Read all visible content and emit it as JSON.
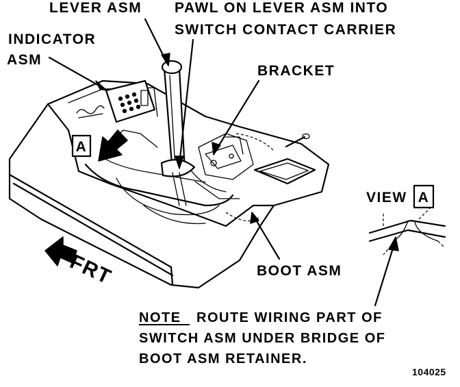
{
  "labels": {
    "lever": "LEVER ASM",
    "pawl_line1": "PAWL ON LEVER ASM INTO",
    "pawl_line2": "SWITCH CONTACT CARRIER",
    "indicator_line1": "INDICATOR",
    "indicator_line2": "ASM",
    "bracket": "BRACKET",
    "view_word": "VIEW",
    "view_letter": "A",
    "callout_letter": "A",
    "front": "FRT",
    "boot": "BOOT ASM",
    "figure_number": "104025"
  },
  "note": {
    "keyword": "NOTE",
    "line1_rest": "ROUTE WIRING PART OF",
    "line2": "SWITCH ASM UNDER BRIDGE OF",
    "line3": "BOOT ASM RETAINER."
  },
  "icons": {
    "front_arrow": "front-direction-arrow-icon",
    "view_arrow": "view-direction-arrow-icon"
  },
  "colors": {
    "ink": "#000000",
    "paper": "#ffffff"
  }
}
